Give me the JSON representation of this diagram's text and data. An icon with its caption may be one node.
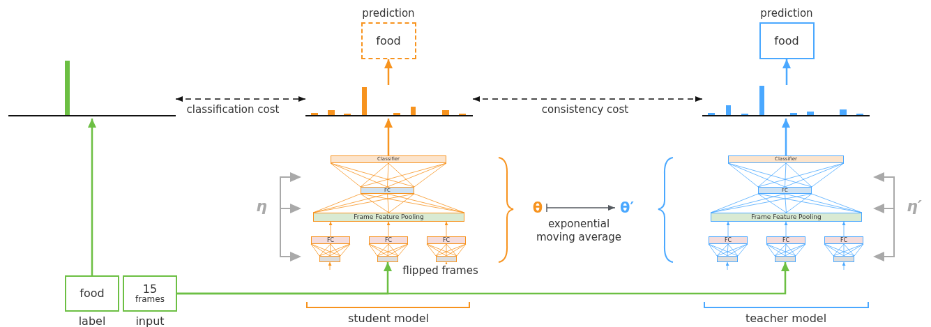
{
  "diagram": {
    "nodes": [
      {
        "text": [
          "prediction",
          "food"
        ]
      },
      {
        "text": [
          "prediction",
          "food"
        ]
      },
      {
        "text": [],
        "shape": "picture"
      },
      {
        "text": [],
        "shape": "picture"
      },
      {
        "text": [],
        "shape": "picture"
      },
      {
        "text": [
          "θ"
        ]
      },
      {
        "text": [
          "θ′"
        ]
      },
      {
        "text": [
          "Classifier"
        ]
      },
      {
        "text": [
          "FC"
        ]
      },
      {
        "text": [
          "Frame Feature Pooling"
        ]
      },
      {
        "text": [
          "FC"
        ]
      },
      {
        "text": [
          "FC"
        ]
      },
      {
        "text": [
          "FC"
        ]
      },
      {
        "text": [],
        "shape": "box"
      },
      {
        "text": [],
        "shape": "box"
      },
      {
        "text": [],
        "shape": "box"
      },
      {
        "text": [
          "Classifier"
        ]
      },
      {
        "text": [
          "FC"
        ]
      },
      {
        "text": [
          "Frame Feature Pooling"
        ]
      },
      {
        "text": [
          "FC"
        ]
      },
      {
        "text": [
          "FC"
        ]
      },
      {
        "text": [
          "FC"
        ]
      },
      {
        "text": [],
        "shape": "box"
      },
      {
        "text": [],
        "shape": "box"
      },
      {
        "text": [],
        "shape": "box"
      },
      {
        "text": [
          "food"
        ],
        "beside": [
          "label"
        ]
      },
      {
        "text": [
          "15",
          "frames"
        ],
        "beside": [
          "input"
        ]
      }
    ],
    "edges": [
      {
        "from": 2,
        "to": 3,
        "arrow": "both",
        "style": "dashed",
        "color": "#111111",
        "label": "classification cost"
      },
      {
        "from": 3,
        "to": 4,
        "arrow": "both",
        "style": "dashed",
        "color": "#111111",
        "label": "consistency cost"
      },
      {
        "from": 3,
        "to": 0,
        "arrow": "to",
        "color": "#f7931e"
      },
      {
        "from": 7,
        "to": 3,
        "arrow": "to",
        "color": "#f7931e"
      },
      {
        "from": 4,
        "to": 1,
        "arrow": "to",
        "color": "#4aa8ff"
      },
      {
        "from": 16,
        "to": 4,
        "arrow": "to",
        "color": "#4aa8ff"
      },
      {
        "from": 5,
        "to": 6,
        "arrow": "to",
        "color": "#555a60",
        "label": "exponential moving average"
      },
      {
        "from": 7,
        "to": 8,
        "arrow": "none",
        "color": "#f7931e"
      },
      {
        "from": 8,
        "to": 9,
        "arrow": "none",
        "color": "#f7931e"
      },
      {
        "from": 10,
        "to": 9,
        "arrow": "to",
        "color": "#f7931e"
      },
      {
        "from": 11,
        "to": 9,
        "arrow": "to",
        "color": "#f7931e"
      },
      {
        "from": 12,
        "to": 9,
        "arrow": "to",
        "color": "#f7931e"
      },
      {
        "from": 13,
        "to": 10,
        "arrow": "none",
        "color": "#f7931e"
      },
      {
        "from": 14,
        "to": 11,
        "arrow": "none",
        "color": "#f7931e"
      },
      {
        "from": 15,
        "to": 12,
        "arrow": "none",
        "color": "#f7931e"
      },
      {
        "from": null,
        "to": 13,
        "arrow": "to",
        "color": "#f7931e"
      },
      {
        "from": null,
        "to": 15,
        "arrow": "to",
        "color": "#f7931e"
      },
      {
        "from": 16,
        "to": 17,
        "arrow": "none",
        "color": "#4aa8ff"
      },
      {
        "from": 17,
        "to": 18,
        "arrow": "none",
        "color": "#4aa8ff"
      },
      {
        "from": 19,
        "to": 18,
        "arrow": "to",
        "color": "#4aa8ff"
      },
      {
        "from": 20,
        "to": 18,
        "arrow": "to",
        "color": "#4aa8ff"
      },
      {
        "from": 21,
        "to": 18,
        "arrow": "to",
        "color": "#4aa8ff"
      },
      {
        "from": 22,
        "to": 19,
        "arrow": "none",
        "color": "#4aa8ff"
      },
      {
        "from": 23,
        "to": 20,
        "arrow": "none",
        "color": "#4aa8ff"
      },
      {
        "from": 24,
        "to": 21,
        "arrow": "none",
        "color": "#4aa8ff"
      },
      {
        "from": null,
        "to": 22,
        "arrow": "to",
        "color": "#4aa8ff"
      },
      {
        "from": null,
        "to": 24,
        "arrow": "to",
        "color": "#4aa8ff"
      },
      {
        "from": 25,
        "to": 2,
        "arrow": "to",
        "color": "#6cbf43"
      },
      {
        "from": 26,
        "to": 14,
        "arrow": "to",
        "color": "#6cbf43",
        "label": "flipped frames"
      },
      {
        "from": 26,
        "to": 23,
        "arrow": "to",
        "color": "#6cbf43"
      }
    ],
    "labels": [
      "η",
      "η′",
      "student model",
      "teacher model"
    ]
  }
}
